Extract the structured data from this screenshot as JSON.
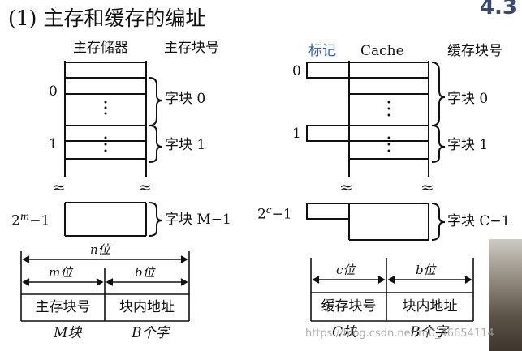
{
  "header": {
    "title": "(1) 主存和缓存的编址",
    "corner_mark": "4.3"
  },
  "main_memory": {
    "heading": "主存储器",
    "block_no_heading": "主存块号",
    "index_0": "0",
    "index_1": "1",
    "index_last_base": "2",
    "index_last_exp": "m",
    "index_last_suffix": "−1",
    "block_0": "字块 0",
    "block_1": "字块 1",
    "block_last": "字块  M−1",
    "width_label": "n位",
    "tag_width": "m位",
    "offset_width": "b位",
    "field_block": "主存块号",
    "field_offset": "块内地址",
    "count_blocks": "M块",
    "count_words": "B个字"
  },
  "cache": {
    "tag_heading": "标记",
    "heading": "Cache",
    "block_no_heading": "缓存块号",
    "index_0": "0",
    "index_1": "1",
    "index_last_base": "2",
    "index_last_exp": "c",
    "index_last_suffix": "−1",
    "block_0": "字块 0",
    "block_1": "字块 1",
    "block_last": "字块  C−1",
    "tag_width": "c位",
    "offset_width": "b位",
    "field_block": "缓存块号",
    "field_offset": "块内地址",
    "count_blocks": "C块",
    "count_words": "B个字"
  },
  "symbols": {
    "break": "≈",
    "ellipsis_dot": "·"
  },
  "watermark": "https://blog.csdn.net/m0_46654114",
  "colors": {
    "tag_blue": "#2b5fb8",
    "line": "#111111"
  }
}
